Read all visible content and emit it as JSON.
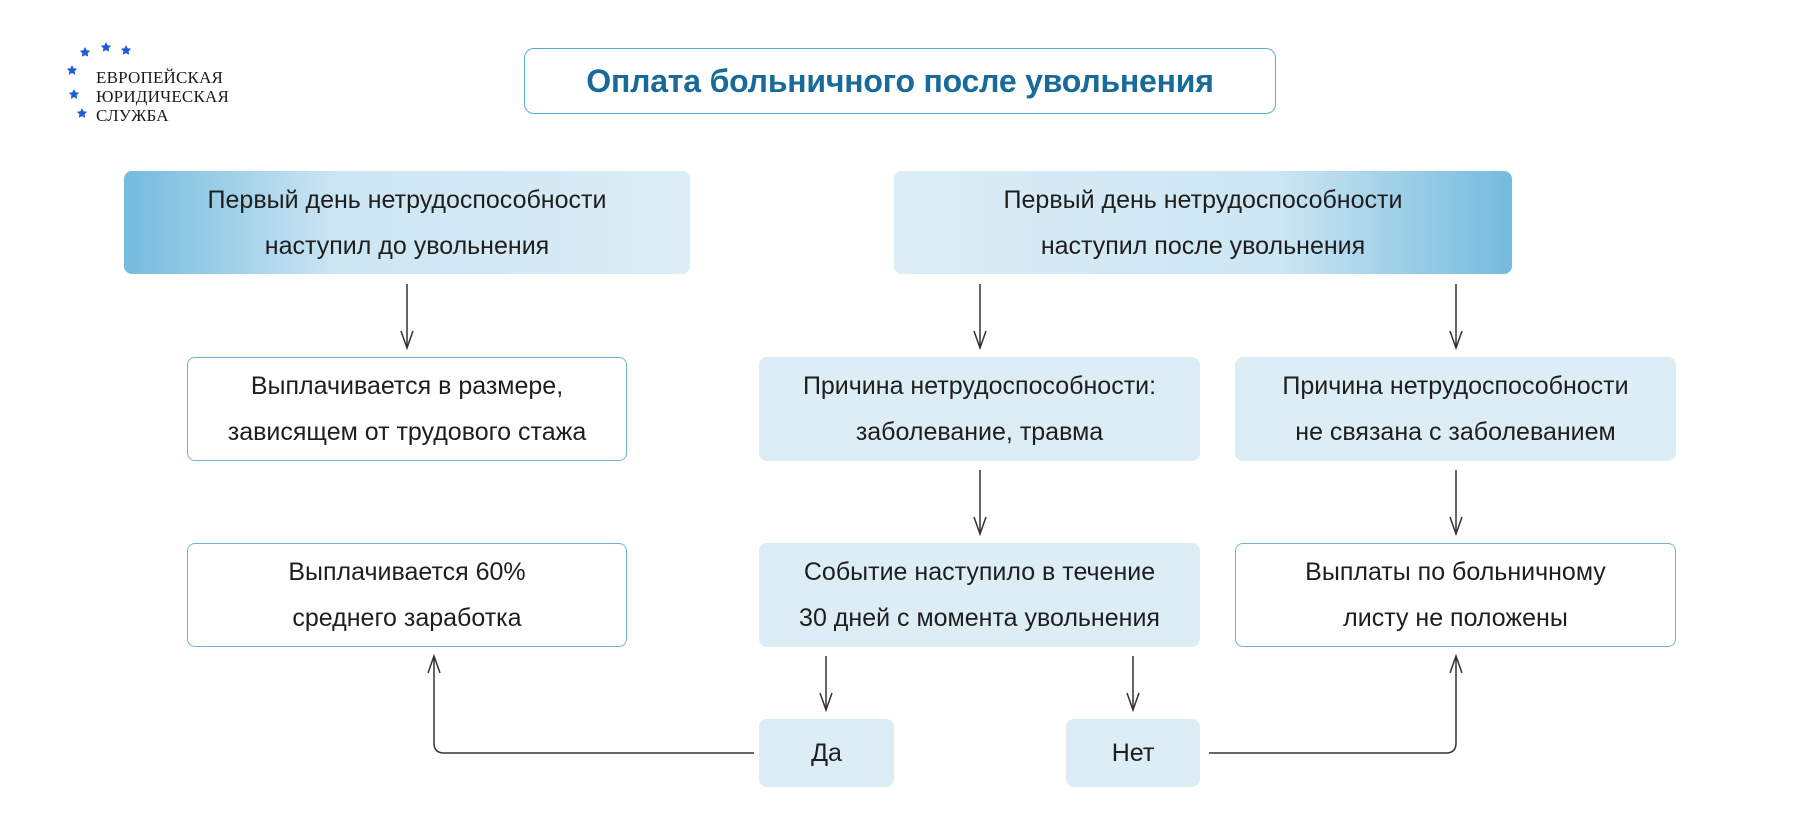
{
  "logo": {
    "lines": [
      "ЕВРОПЕЙСКАЯ",
      "ЮРИДИЧЕСКАЯ",
      "СЛУЖБА"
    ],
    "star_color": "#1f5fd6"
  },
  "title": "Оплата больничного после увольнения",
  "colors": {
    "title": "#176a99",
    "box_fill": "#ddedf6",
    "box_border": "#6db4d4",
    "arrow": "#333333"
  },
  "nodes": {
    "top_left": [
      "Первый день нетрудоспособности",
      "наступил до увольнения"
    ],
    "top_right": [
      "Первый день нетрудоспособности",
      "наступил после увольнения"
    ],
    "left_1": [
      "Выплачивается в размере,",
      "зависящем от трудового стажа"
    ],
    "mid_1": [
      "Причина нетрудоспособности:",
      "заболевание, травма"
    ],
    "right_1": [
      "Причина нетрудоспособности",
      "не связана с заболеванием"
    ],
    "left_2": [
      "Выплачивается 60%",
      "среднего заработка"
    ],
    "mid_2": [
      "Событие наступило в течение",
      "30 дней с момента увольнения"
    ],
    "right_2": [
      "Выплаты по больничному",
      "листу не положены"
    ],
    "yes": "Да",
    "no": "Нет"
  }
}
